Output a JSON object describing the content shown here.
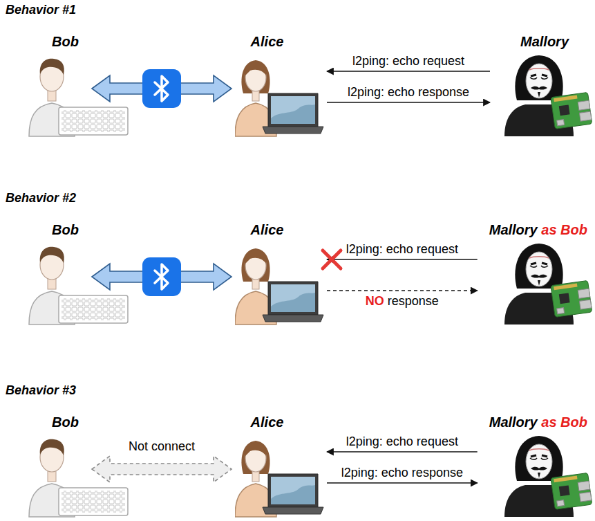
{
  "diagram": {
    "nodes": [
      {
        "text": [
          "Behavior #1"
        ]
      },
      {
        "text": [
          "Bob"
        ],
        "in": 0
      },
      {
        "text": [
          "Alice"
        ],
        "in": 0
      },
      {
        "text": [
          "Mallory"
        ],
        "in": 0
      },
      {
        "text": [
          "Behavior #2"
        ]
      },
      {
        "text": [
          "Bob"
        ],
        "in": 4
      },
      {
        "text": [
          "Alice"
        ],
        "in": 4
      },
      {
        "text": [
          "Mallory as Bob"
        ],
        "in": 4
      },
      {
        "text": [
          "Behavior #3"
        ]
      },
      {
        "text": [
          "Bob"
        ],
        "in": 8
      },
      {
        "text": [
          "Alice"
        ],
        "in": 8
      },
      {
        "text": [
          "Mallory as Bob"
        ],
        "in": 8
      }
    ],
    "edges": [
      {
        "from": 1,
        "to": 2,
        "arrow": "both"
      },
      {
        "from": 3,
        "to": 2,
        "arrow": "to",
        "label": "l2ping: echo request"
      },
      {
        "from": 2,
        "to": 3,
        "arrow": "to",
        "label": "l2ping: echo response"
      },
      {
        "from": 5,
        "to": 6,
        "arrow": "both"
      },
      {
        "from": 7,
        "to": 6,
        "arrow": "to",
        "label": "l2ping: echo request"
      },
      {
        "from": 6,
        "to": 7,
        "arrow": "to",
        "label": "NO response"
      },
      {
        "from": 9,
        "to": 10,
        "arrow": "both",
        "label": "Not connect"
      },
      {
        "from": 11,
        "to": 10,
        "arrow": "to",
        "label": "l2ping: echo request"
      },
      {
        "from": 10,
        "to": 11,
        "arrow": "to",
        "label": "l2ping: echo response"
      }
    ]
  }
}
